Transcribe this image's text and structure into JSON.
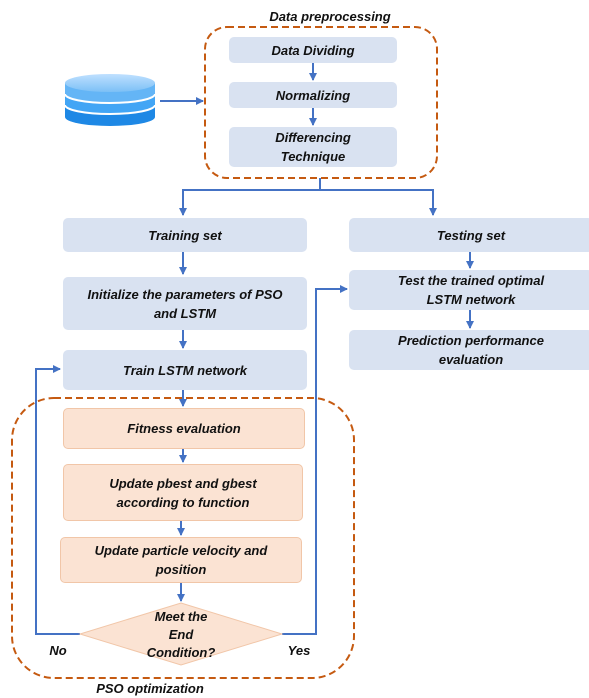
{
  "preprocessing": {
    "title": "Data preprocessing",
    "steps": [
      "Data Dividing",
      "Normalizing",
      "Differencing Technique"
    ]
  },
  "training_set": "Training set",
  "testing_set": "Testing set",
  "init_params": "Initialize the parameters of PSO and LSTM",
  "train_lstm": "Train LSTM network",
  "pso": {
    "title": "PSO optimization",
    "fitness": "Fitness evaluation",
    "update_best": "Update pbest and gbest according to function",
    "update_velocity": "Update particle velocity and position",
    "decision": "Meet the End Condition?",
    "no_label": "No",
    "yes_label": "Yes"
  },
  "test_trained": "Test the trained optimal LSTM network",
  "evaluation": "Prediction performance evaluation",
  "colors": {
    "arrow": "#4472c4",
    "blue_box": "#d9e2f1",
    "orange_box": "#fbe3d3",
    "dashed_border": "#c55a11",
    "database": "#3a8ee6"
  }
}
